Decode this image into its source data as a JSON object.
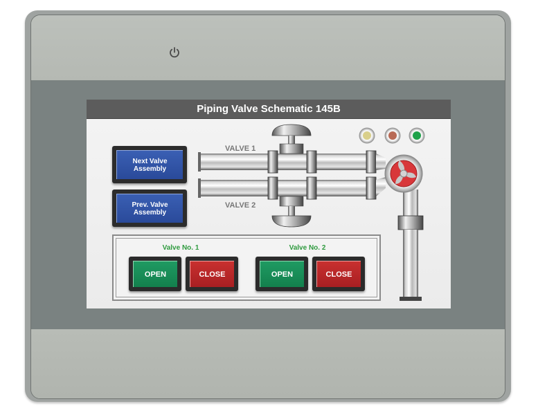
{
  "device": {
    "power_icon": "power-icon"
  },
  "screen": {
    "title": "Piping Valve Schematic 145B",
    "nav": {
      "next_label": "Next Valve Assembly",
      "prev_label": "Prev. Valve Assembly"
    },
    "schematic": {
      "valve1_label": "VALVE 1",
      "valve2_label": "VALVE 2",
      "pump_icon": "pump-impeller-icon",
      "indicators": [
        {
          "name": "yellow",
          "color": "#d9cf8a"
        },
        {
          "name": "red",
          "color": "#b86a55"
        },
        {
          "name": "green",
          "color": "#1fa24a"
        }
      ]
    },
    "controls": {
      "valve1": {
        "title": "Valve No. 1",
        "open_label": "OPEN",
        "close_label": "CLOSE"
      },
      "valve2": {
        "title": "Valve No. 2",
        "open_label": "OPEN",
        "close_label": "CLOSE"
      }
    }
  },
  "colors": {
    "title_bar": "#5c5c5c",
    "nav_button": "#2a4a9a",
    "open_button": "#13804d",
    "close_button": "#a81f22",
    "group_title": "#2e9a3e",
    "pump_red": "#d8373a"
  }
}
